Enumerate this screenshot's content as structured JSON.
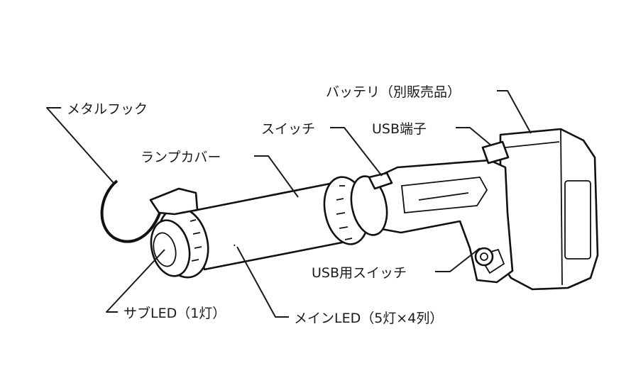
{
  "labels": {
    "battery": "バッテリ（別販売品）",
    "metal_hook": "メタルフック",
    "switch": "スイッチ",
    "usb_port": "USB端子",
    "lamp_cover": "ランプカバー",
    "usb_switch": "USB用スイッチ",
    "sub_led": "サブLED（1灯）",
    "main_led": "メインLED（5灯×4列）"
  },
  "colors": {
    "ink": "#111111",
    "background": "#ffffff"
  }
}
